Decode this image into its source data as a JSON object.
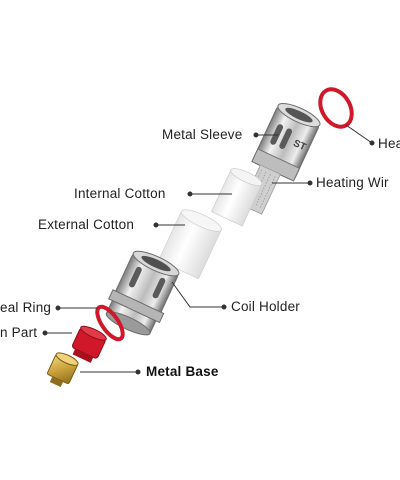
{
  "labels": {
    "metal_sleeve": "Metal Sleeve",
    "heat_ring": "Hea",
    "internal_cotton": "Internal Cotton",
    "heating_wire": "Heating Wir",
    "external_cotton": "External Cotton",
    "seal_ring": "eal Ring",
    "coil_holder": "Coil Holder",
    "silicon_part": "n Part",
    "metal_base": "Metal Base"
  },
  "sleeve_text": "ST",
  "colors": {
    "metal_light": "#e4e4e4",
    "metal_dark": "#8a8a8a",
    "red": "#d0182a",
    "gold": "#c9a23c",
    "cotton": "#ffffff",
    "leader": "#333333"
  }
}
